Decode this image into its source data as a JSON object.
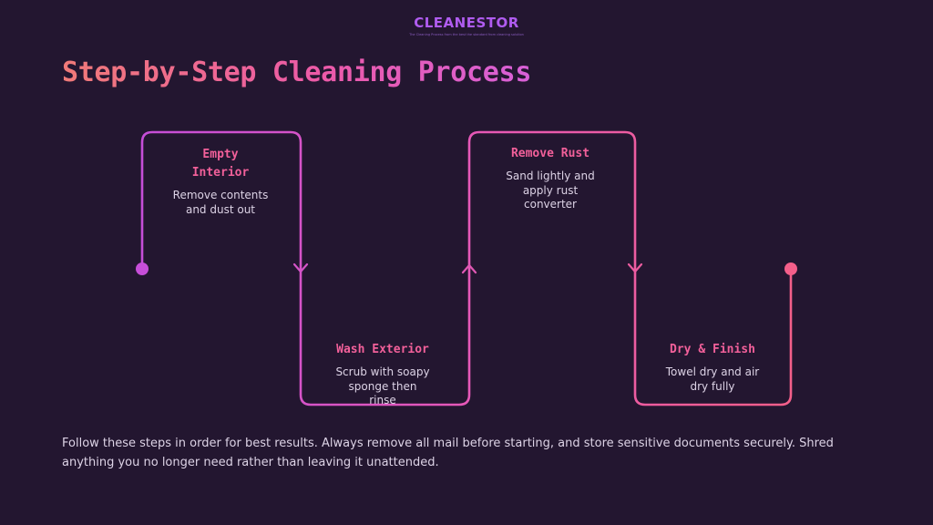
{
  "brand": {
    "name": "CLEANESTOR",
    "tagline": "The Cleaning Process from the best the standard from cleaning solution"
  },
  "title": "Step-by-Step Cleaning Process",
  "steps": [
    {
      "title": "Empty Interior",
      "description": "Remove contents and dust out"
    },
    {
      "title": "Wash Exterior",
      "description": "Scrub with soapy sponge then rinse"
    },
    {
      "title": "Remove Rust",
      "description": "Sand lightly and apply rust converter"
    },
    {
      "title": "Dry & Finish",
      "description": "Towel dry and air dry fully"
    }
  ],
  "footer": "Follow these steps in order for best results. Always remove all mail before starting, and store sensitive documents securely. Shred anything you no longer need rather than leaving it unattended.",
  "colors": {
    "background": "#231630",
    "accent_purple": "#c64ed8",
    "accent_pink": "#f0609a",
    "text": "#ddd3e6"
  }
}
